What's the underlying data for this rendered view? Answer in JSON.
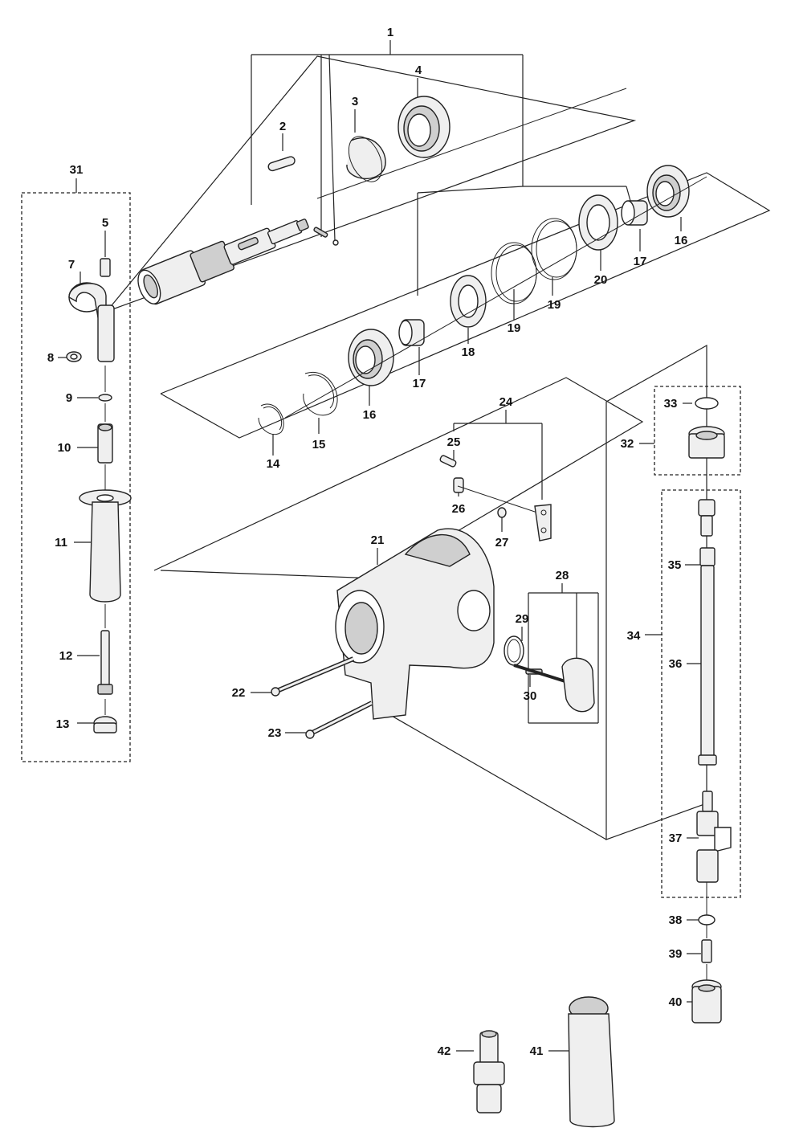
{
  "labels": {
    "p1": "1",
    "p2": "2",
    "p3": "3",
    "p4": "4",
    "p5": "5",
    "p7": "7",
    "p8": "8",
    "p9": "9",
    "p10": "10",
    "p11": "11",
    "p12": "12",
    "p13": "13",
    "p14": "14",
    "p15": "15",
    "p16a": "16",
    "p16b": "16",
    "p17a": "17",
    "p17b": "17",
    "p18": "18",
    "p19a": "19",
    "p19b": "19",
    "p20": "20",
    "p21": "21",
    "p22": "22",
    "p23": "23",
    "p24": "24",
    "p25": "25",
    "p26": "26",
    "p27": "27",
    "p28": "28",
    "p29": "29",
    "p30": "30",
    "p31": "31",
    "p32": "32",
    "p33": "33",
    "p34": "34",
    "p35": "35",
    "p36": "36",
    "p37": "37",
    "p38": "38",
    "p39": "39",
    "p40": "40",
    "p41": "41",
    "p42": "42"
  }
}
